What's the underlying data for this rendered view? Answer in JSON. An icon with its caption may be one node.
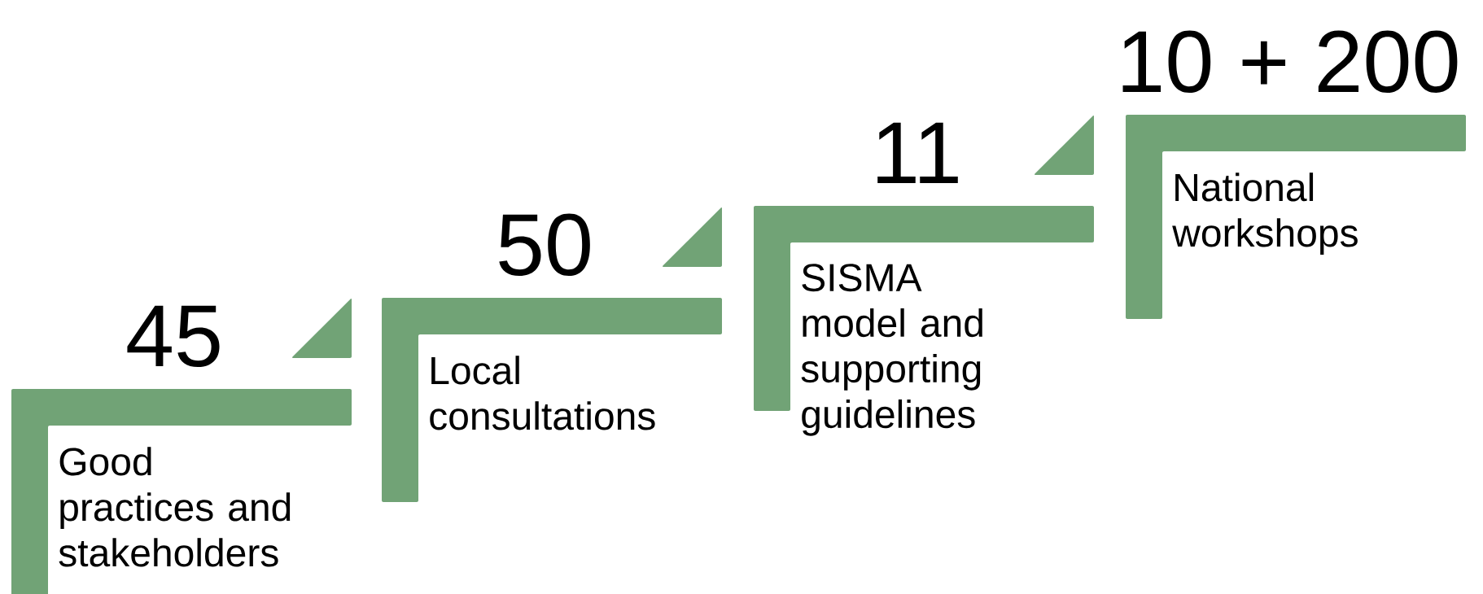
{
  "diagram": {
    "nodes": [
      {
        "text": [
          "45",
          "Good practices and stakeholders"
        ]
      },
      {
        "text": [
          "50",
          "Local consultations"
        ]
      },
      {
        "text": [
          "11",
          "SISMA model and supporting guidelines"
        ]
      },
      {
        "text": [
          "10 + 200",
          "National workshops"
        ]
      }
    ]
  }
}
